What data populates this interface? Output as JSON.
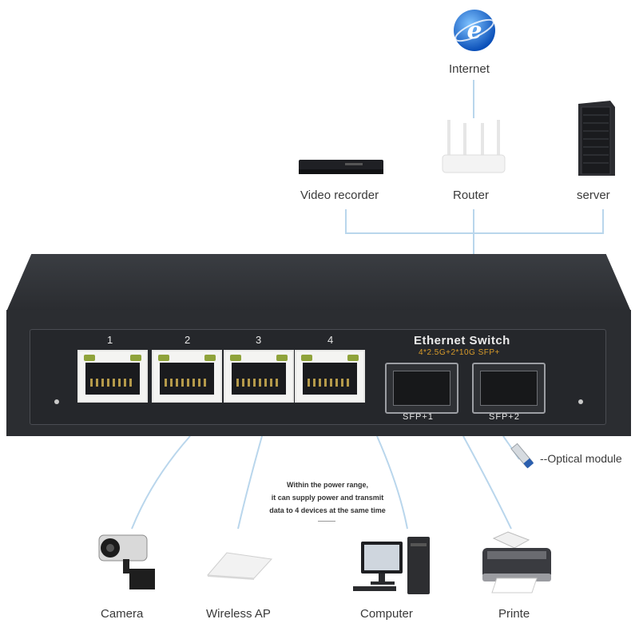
{
  "labels": {
    "internet": "Internet",
    "router": "Router",
    "video_recorder": "Video recorder",
    "server": "server",
    "optical_module": "--Optical module",
    "camera": "Camera",
    "wireless_ap": "Wireless AP",
    "computer": "Computer",
    "printer": "Printe"
  },
  "switch": {
    "title": "Ethernet Switch",
    "subtitle": "4*2.5G+2*10G SFP+",
    "ports": [
      "1",
      "2",
      "3",
      "4"
    ],
    "sfp_ports": [
      "SFP+1",
      "SFP+2"
    ]
  },
  "power_note": {
    "line1": "Within the power range,",
    "line2": "it can supply power and transmit",
    "line3": "data to 4 devices at the same time"
  },
  "colors": {
    "connector": "#b9d6ec",
    "switch_body": "#2b2d31",
    "led": "#8fa33b",
    "subtitle": "#d89b2b"
  }
}
